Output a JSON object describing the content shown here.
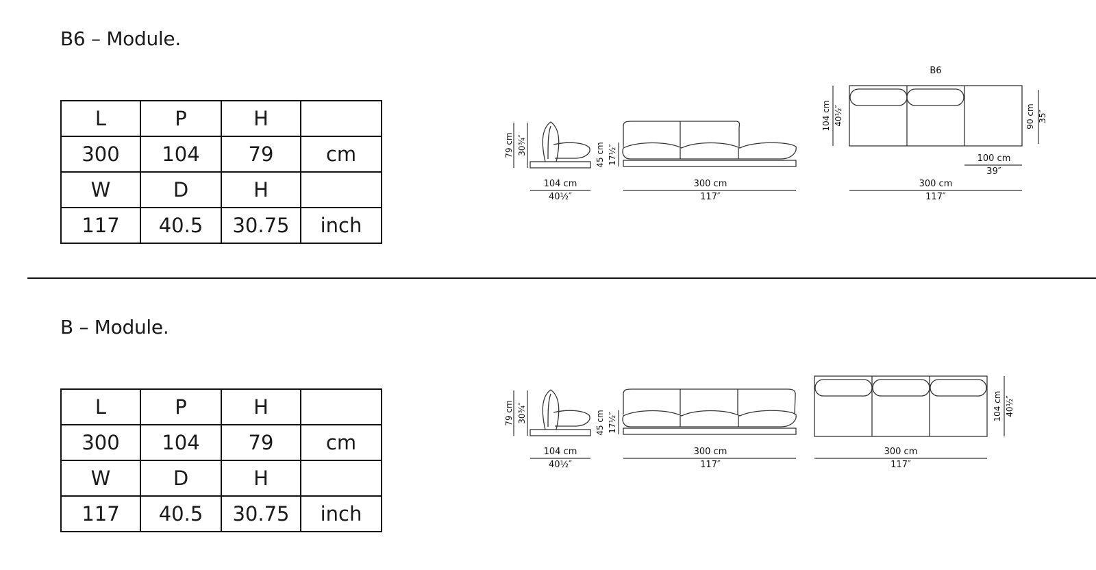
{
  "sections": [
    {
      "title": "B6 – Module.",
      "table": {
        "rows": [
          [
            "L",
            "P",
            "H",
            ""
          ],
          [
            "300",
            "104",
            "79",
            "cm"
          ],
          [
            "W",
            "D",
            "H",
            ""
          ],
          [
            "117",
            "40.5",
            "30.75",
            "inch"
          ]
        ]
      },
      "drawing": {
        "side_w_cm": "104 cm",
        "side_w_in": "40½″",
        "side_h_cm": "79 cm",
        "side_h_in": "30¾″",
        "seat_h_cm": "45 cm",
        "seat_h_in": "17½″",
        "front_w_cm": "300 cm",
        "front_w_in": "117″",
        "plan_label": "B6",
        "plan_depth_cm": "104 cm",
        "plan_depth_in": "40½″",
        "plan_right_cm": "90 cm",
        "plan_right_in": "35″",
        "plan_seg_cm": "100 cm",
        "plan_seg_in": "39″",
        "plan_w_cm": "300 cm",
        "plan_w_in": "117″"
      }
    },
    {
      "title": "B – Module.",
      "table": {
        "rows": [
          [
            "L",
            "P",
            "H",
            ""
          ],
          [
            "300",
            "104",
            "79",
            "cm"
          ],
          [
            "W",
            "D",
            "H",
            ""
          ],
          [
            "117",
            "40.5",
            "30.75",
            "inch"
          ]
        ]
      },
      "drawing": {
        "side_w_cm": "104 cm",
        "side_w_in": "40½″",
        "side_h_cm": "79 cm",
        "side_h_in": "30¾″",
        "seat_h_cm": "45 cm",
        "seat_h_in": "17½″",
        "front_w_cm": "300 cm",
        "front_w_in": "117″",
        "plan_depth_cm": "104 cm",
        "plan_depth_in": "40½″",
        "plan_w_cm": "300 cm",
        "plan_w_in": "117″"
      }
    }
  ]
}
